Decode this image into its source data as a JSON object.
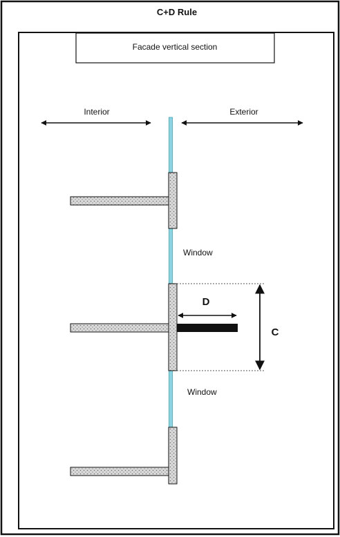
{
  "title": "C+D Rule",
  "section_label": "Facade vertical section",
  "labels": {
    "interior": "Interior",
    "exterior": "Exterior",
    "window_upper": "Window",
    "window_lower": "Window",
    "dimension_d": "D",
    "dimension_c": "C"
  },
  "colors": {
    "glass": "#8fd3e0",
    "glass_edge": "#3aa7bd",
    "concrete": "#d9d9d9",
    "outline": "#111111",
    "projection": "#111111"
  }
}
